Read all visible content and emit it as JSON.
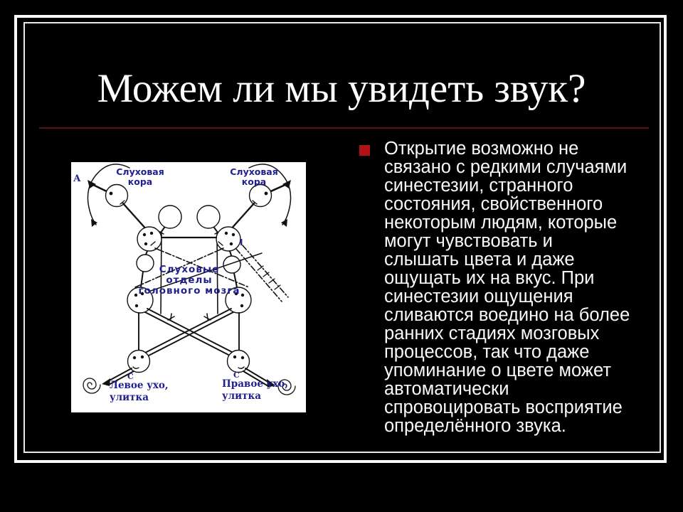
{
  "slide": {
    "title": "Можем ли мы увидеть звук?",
    "colors": {
      "background": "#000000",
      "frame_outer": "#fbfbfb",
      "frame_inner": "#e9e9e9",
      "separator": "#5c1118",
      "bullet_marker": "#b01218",
      "body_text": "#fafafa",
      "title_text": "#ffffff",
      "figure_bg": "#ffffff",
      "figure_stroke": "#111111",
      "figure_label": "#1f1f8f"
    }
  },
  "bullet": {
    "lines": [
      "Открытие возможно не",
      "связано с редкими случаями",
      "синестезии, странного",
      "состояния, свойственного",
      "некоторым людям, которые",
      "могут чувствовать и",
      "слышать цвета и даже",
      "ощущать их на вкус. При",
      "синестезии ощущения",
      "сливаются воедино на более",
      "ранних стадиях мозговых",
      "процессов, так что даже",
      "упоминание о цвете может",
      "автоматически",
      "спровоцировать восприятие",
      "определённого звука."
    ]
  },
  "figure": {
    "labels": {
      "a": "А",
      "cortex_left_1": "Слуховая",
      "cortex_left_2": "кора",
      "cortex_right_1": "Слуховая",
      "cortex_right_2": "кора",
      "center_1": "Слуховые",
      "center_2": "отделы",
      "center_3": "головного мозга",
      "i_mark": "I",
      "c_left": "С",
      "c_right": "С",
      "ear_left_1": "Левое ухо,",
      "ear_left_2": "улитка",
      "ear_right_1": "Правое ухо,",
      "ear_right_2": "улитка"
    }
  }
}
